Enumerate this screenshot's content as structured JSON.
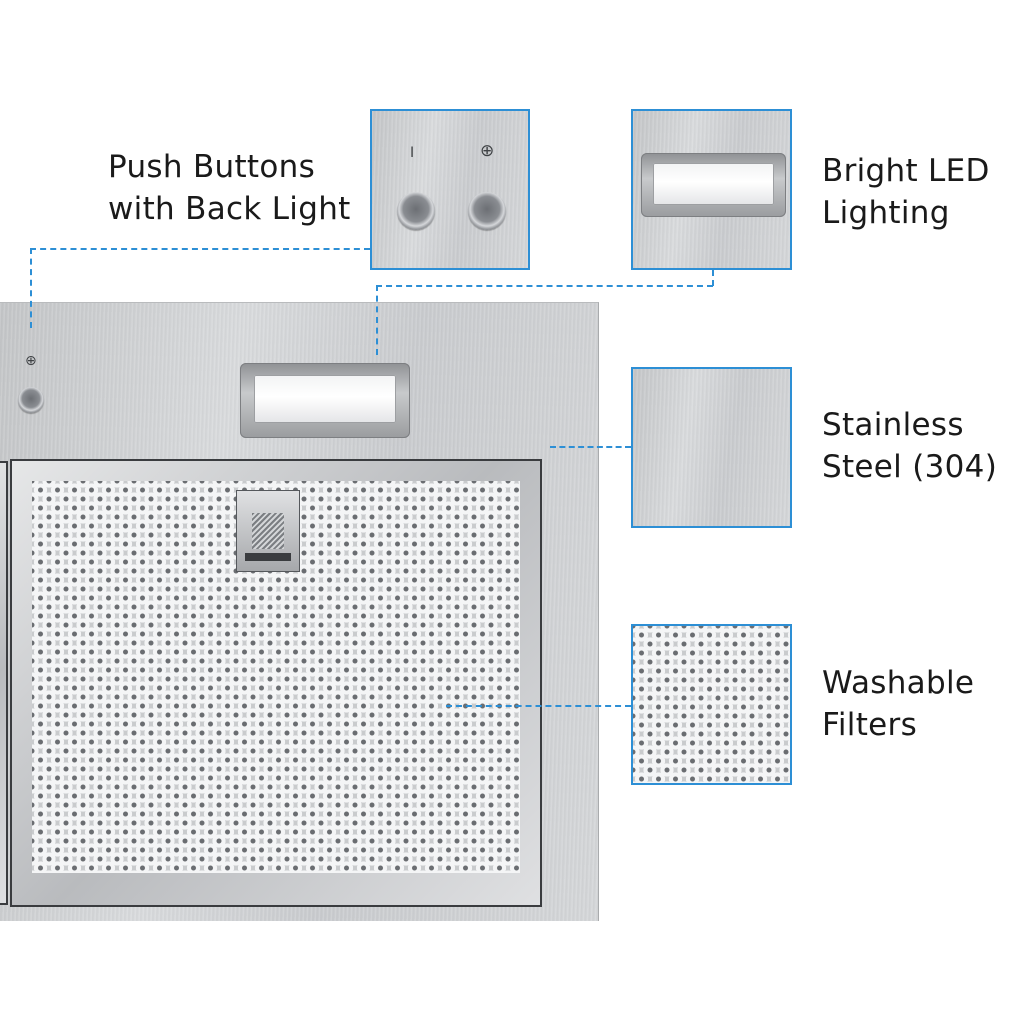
{
  "callouts": {
    "push_buttons": {
      "line1": "Push Buttons",
      "line2": "with Back Light"
    },
    "led": {
      "line1": "Bright LED",
      "line2": "Lighting"
    },
    "steel": {
      "line1": "Stainless",
      "line2": "Steel (304)"
    },
    "filters": {
      "line1": "Washable",
      "line2": "Filters"
    }
  },
  "control_symbols": {
    "power": "I",
    "light": "⊕"
  },
  "icons": [
    "power-icon",
    "light-icon"
  ],
  "colors": {
    "accent": "#2d8fd5",
    "steel": "#cfd1d3",
    "text": "#1a1a1a"
  }
}
